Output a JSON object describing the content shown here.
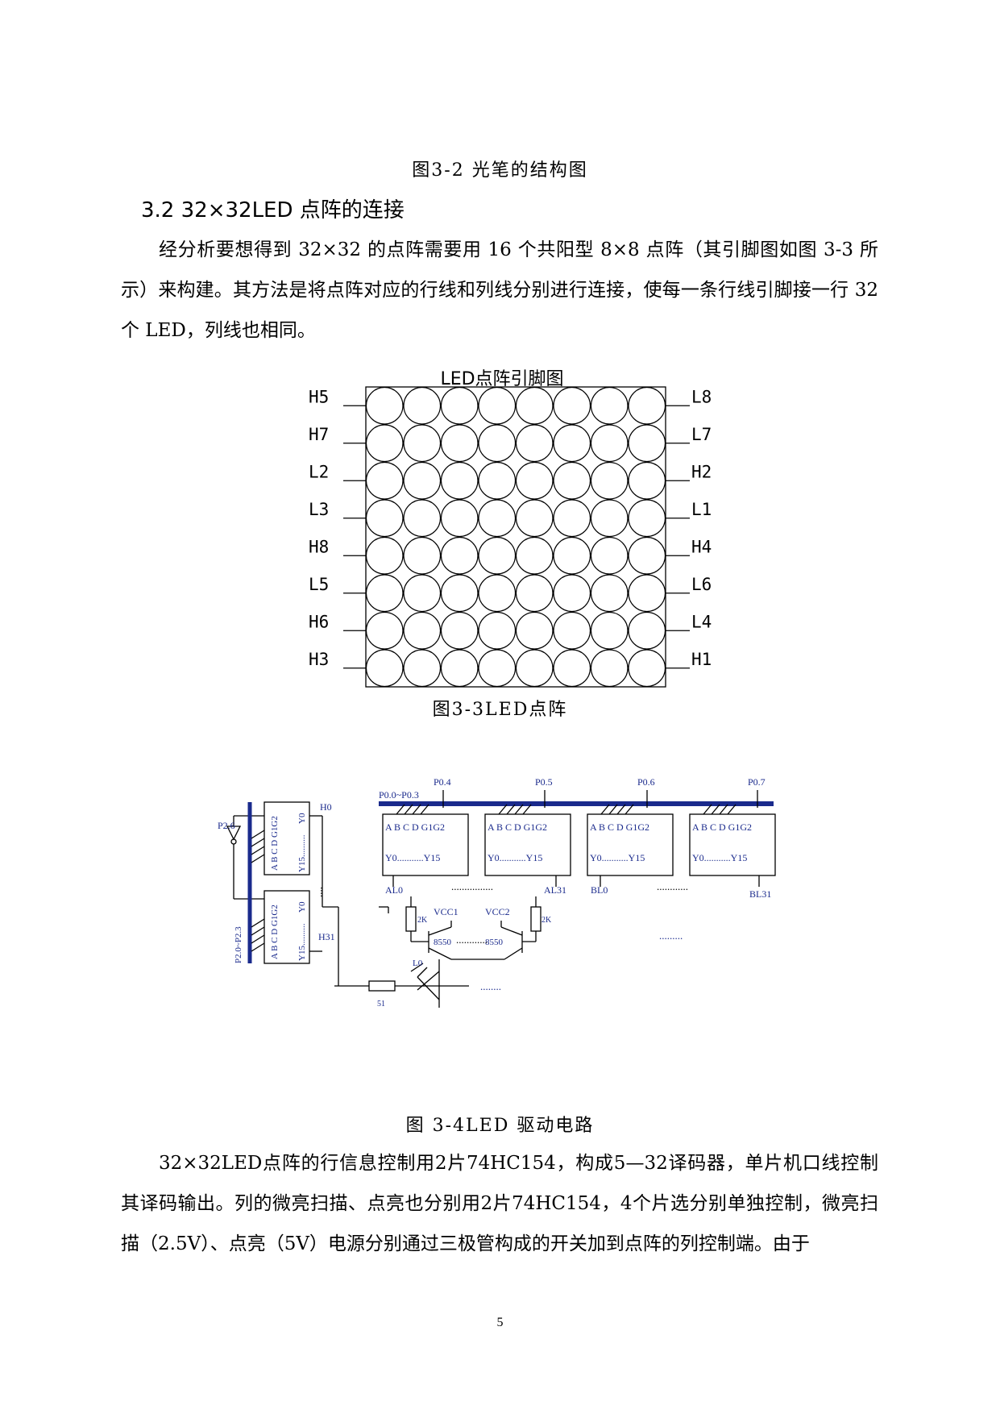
{
  "doc": {
    "fig32_caption": "图3-2 光笔的结构图",
    "section_heading": "3.2 32×32LED 点阵的连接",
    "para1": "经分析要想得到 32×32 的点阵需要用 16 个共阳型 8×8 点阵（其引脚图如图 3-3 所示）来构建。其方法是将点阵对应的行线和列线分别进行连接，使每一条行线引脚接一行 32 个 LED，列线也相同。",
    "fig33": {
      "title": "LED点阵引脚图",
      "left_pins": [
        "H5",
        "H7",
        "L2",
        "L3",
        "H8",
        "L5",
        "H6",
        "H3"
      ],
      "right_pins": [
        "L8",
        "L7",
        "H2",
        "L1",
        "H4",
        "L6",
        "L4",
        "H1"
      ],
      "caption": "图3-3LED点阵"
    },
    "fig34": {
      "bus_ports": [
        "P0.4",
        "P0.5",
        "P0.6",
        "P0.7"
      ],
      "bus_label": "P0.0~P0.3",
      "decoder_inputs": "A B C D G1G2",
      "decoder_outputs": "Y0...........Y15",
      "col_labels": [
        "AL0",
        "AL31",
        "BL0",
        "BL31"
      ],
      "row_labels": [
        "H0",
        "H31"
      ],
      "p26": "P2.6",
      "p2bus": "P2.0~P2.3",
      "vcc1": "VCC1",
      "vcc2": "VCC2",
      "resistor_2k": "2K",
      "resistor_51": "51",
      "transistor": "8550",
      "led_label": "L0",
      "vert_inputs": "A B C D G1G2",
      "vert_y0": "Y0",
      "vert_y15": "Y15..........",
      "caption": "图 3-4LED 驱动电路"
    },
    "para2": "32×32LED点阵的行信息控制用2片74HC154，构成5—32译码器，单片机口线控制其译码输出。列的微亮扫描、点亮也分别用2片74HC154，4个片选分别单独控制，微亮扫描（2.5V）、点亮（5V）电源分别通过三极管构成的开关加到点阵的列控制端。由于",
    "page_number": "5"
  }
}
